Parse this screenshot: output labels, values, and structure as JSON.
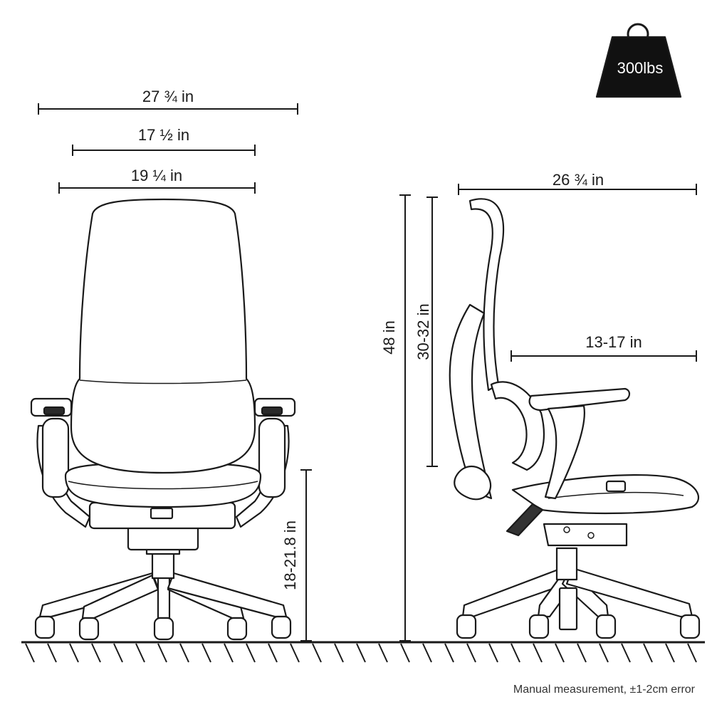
{
  "capacity": {
    "label": "300lbs",
    "icon": "weight-icon"
  },
  "front_view": {
    "dims": {
      "overall_width": "27 ¾ in",
      "seat_width": "17 ½ in",
      "backrest_width": "19 ¼ in",
      "seat_height": "18-21.8 in"
    }
  },
  "side_view": {
    "dims": {
      "overall_height": "48 in",
      "backrest_height": "30-32 in",
      "overall_depth": "26 ¾ in",
      "seat_depth": "13-17 in"
    }
  },
  "footnote": "Manual measurement, ±1-2cm error",
  "colors": {
    "line": "#1a1a1a",
    "background": "#ffffff"
  }
}
